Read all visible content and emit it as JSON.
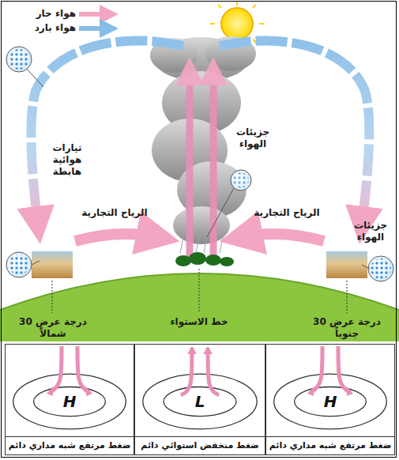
{
  "diagram": {
    "nodes": [
      {
        "text": [
          "H",
          "ضغط مرتفع شبه مداري دائم"
        ]
      },
      {
        "text": [
          "L",
          "ضغط منخفض استوائي دائم"
        ]
      },
      {
        "text": [
          "H",
          "ضغط مرتفع شبه مداري دائم"
        ]
      }
    ],
    "labels": [
      "تيارات هوائية هابطة",
      "الرياح التجارية",
      "جزيئات الهواء",
      "الرياح التجارية",
      "جزيئات الهواء",
      "درجة عرض 30 شمالاً",
      "خط الاستواء",
      "درجة عرض 30 جنوباً"
    ],
    "legend": [
      {
        "text": "هواء حار"
      },
      {
        "text": "هواء بارد"
      }
    ]
  }
}
